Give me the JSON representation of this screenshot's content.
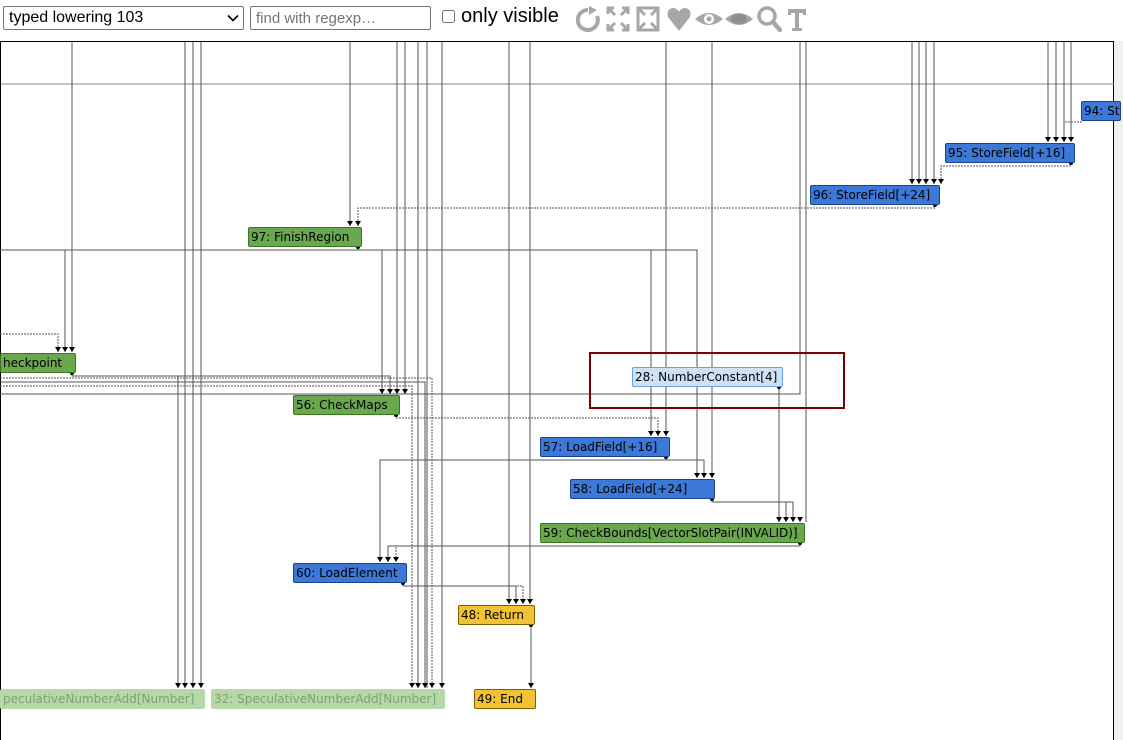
{
  "toolbar": {
    "phase_selected": "typed lowering 103",
    "search_placeholder": "find with regexp…",
    "only_visible_label": "only visible",
    "icons": [
      "reload-icon",
      "expand-icon",
      "collapse-icon",
      "heart-icon",
      "eye-icon",
      "eye-solid-icon",
      "search-icon",
      "type-t-icon"
    ]
  },
  "nodes": {
    "n94": "94: St",
    "n95": "95: StoreField[+16]",
    "n96": "96: StoreField[+24]",
    "n97": "97: FinishRegion",
    "checkpoint": "heckpoint",
    "n28": "28: NumberConstant[4]",
    "n56": "56: CheckMaps",
    "n57": "57: LoadField[+16]",
    "n58": "58: LoadField[+24]",
    "n59": "59: CheckBounds[VectorSlotPair(INVALID)]",
    "n60": "60: LoadElement",
    "n48": "48: Return",
    "n49": "49: End",
    "spec_left": "peculativeNumberAdd[Number]",
    "n32": "32: SpeculativeNumberAdd[Number]"
  },
  "colors": {
    "control": "#f1c232",
    "effect": "#6aa84f",
    "load_store": "#3c78d8",
    "constant": "#cfe2f3",
    "highlight": "#7b0000"
  }
}
